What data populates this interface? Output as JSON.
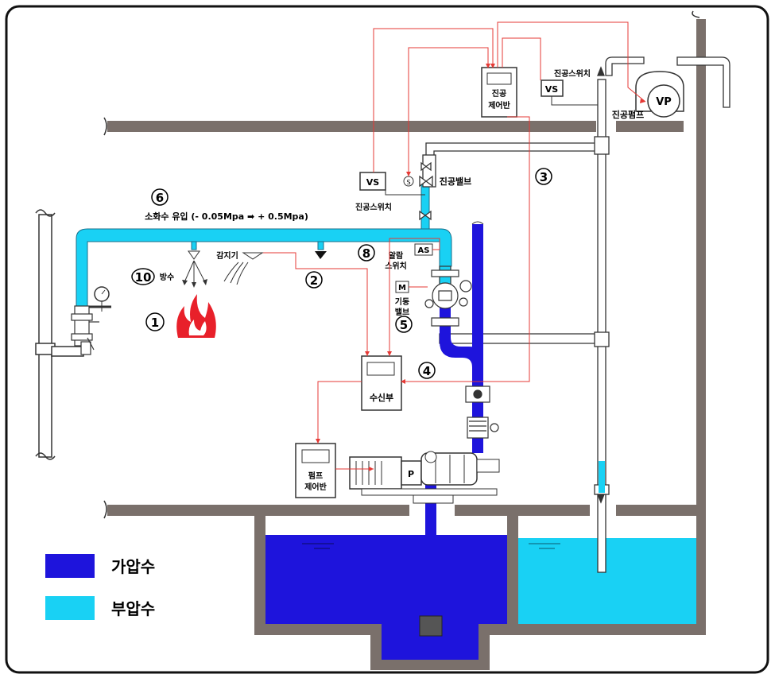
{
  "colors": {
    "pressurized_water": "#1e14dc",
    "subpressure_water": "#19d1f4",
    "control_wire": "#e53935",
    "structure": "#7a706b",
    "frame": "#111111"
  },
  "labels": {
    "vacuum_control_panel": [
      "진공",
      "제어반"
    ],
    "vacuum_switch_top": "진공스위치",
    "vacuum_switch_left": "진공스위치",
    "vs_box_top": "VS",
    "vs_box_left": "VS",
    "vacuum_pump": "VP",
    "vacuum_pump_label": "진공펌프",
    "vacuum_valve": "진공밸브",
    "solenoid_symbol": "S",
    "step6_text": "소화수 유입 (- 0.05Mpa ➡ + 0.5Mpa)",
    "detector": "감지기",
    "spray": "방수",
    "alarm_switch": [
      "알람",
      "스위치"
    ],
    "as_box": "AS",
    "motor_box": "M",
    "driven_valve": [
      "기동",
      "밸브"
    ],
    "receiver_panel": "수신부",
    "pump_control_panel": [
      "펌프",
      "제어반"
    ],
    "pump_box": "P"
  },
  "steps": {
    "s1": "1",
    "s2": "2",
    "s3": "3",
    "s4": "4",
    "s5": "5",
    "s6": "6",
    "s8": "8",
    "s10": "10"
  },
  "legend": [
    {
      "label": "가압수",
      "color_key": "pressurized_water"
    },
    {
      "label": "부압수",
      "color_key": "subpressure_water"
    }
  ]
}
